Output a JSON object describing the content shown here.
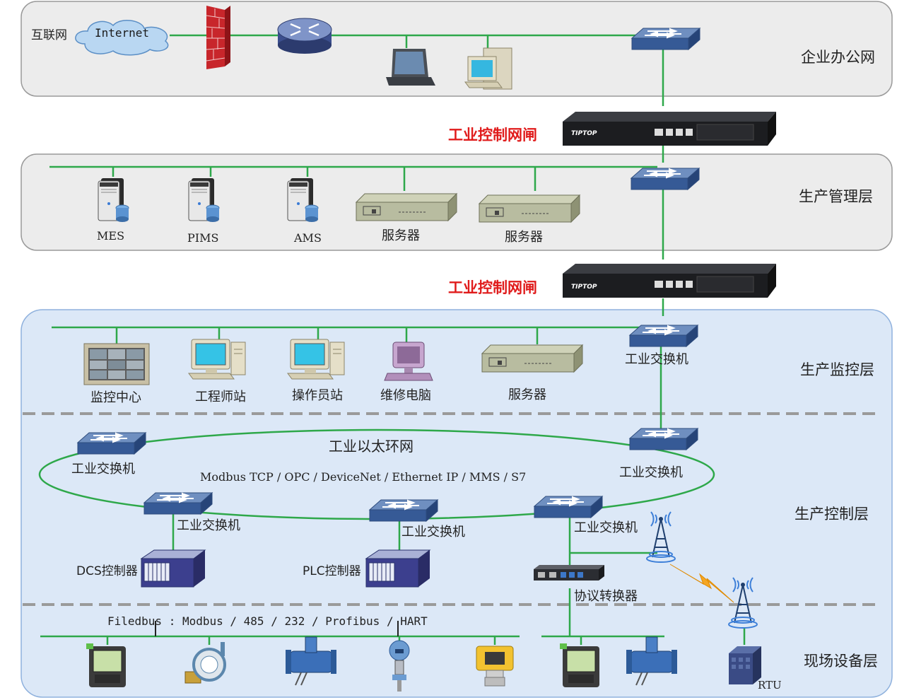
{
  "layers": {
    "office": "企业办公网",
    "management": "生产管理层",
    "monitoring": "生产监控层",
    "control": "生产控制层",
    "field": "现场设备层"
  },
  "office": {
    "internet_label": "互联网",
    "cloud_label": "Internet"
  },
  "gateways": {
    "label_1": "工业控制网闸",
    "label_2": "工业控制网闸",
    "brand": "TIPTOP"
  },
  "management": {
    "mes": "MES",
    "pims": "PIMS",
    "ams": "AMS",
    "server_1": "服务器",
    "server_2": "服务器"
  },
  "monitoring": {
    "switch": "工业交换机",
    "monitor_center": "监控中心",
    "engineer_station": "工程师站",
    "operator_station": "操作员站",
    "maintenance_pc": "维修电脑",
    "server": "服务器"
  },
  "control": {
    "ring_title": "工业以太环网",
    "protocols": "Modbus TCP / OPC / DeviceNet / Ethernet IP / MMS / S7",
    "switch_left_top": "工业交换机",
    "switch_right_top": "工业交换机",
    "switch_1": "工业交换机",
    "switch_2": "工业交换机",
    "switch_3": "工业交换机",
    "dcs": "DCS控制器",
    "plc": "PLC控制器",
    "converter": "协议转换器"
  },
  "field": {
    "bus_protocols": "Filedbus : Modbus / 485 / 232 / Profibus / HART",
    "rtu": "RTU"
  }
}
